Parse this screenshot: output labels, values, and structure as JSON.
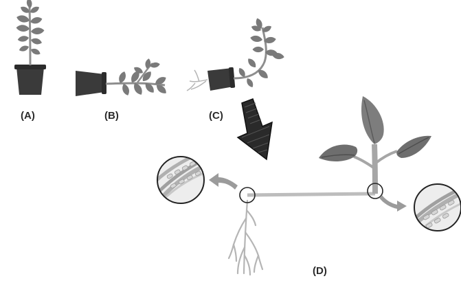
{
  "panels": {
    "a": {
      "label": "(A)"
    },
    "b": {
      "label": "(B)"
    },
    "c": {
      "label": "(C)"
    },
    "d": {
      "label": "(D)"
    }
  },
  "icons": [
    "pointer-arrow-icon",
    "flow-arrow-icon"
  ],
  "colors": {
    "leaf": "#7a7a7a",
    "leaf_dark": "#5e5e5e",
    "stem": "#9a9a9a",
    "pot": "#3a3a3a",
    "root": "#b5b5b5",
    "arrow": "#1a1a1a",
    "flow_arrow": "#9b9b9b",
    "magnifier_fill": "#ededed",
    "outline": "#222222"
  }
}
